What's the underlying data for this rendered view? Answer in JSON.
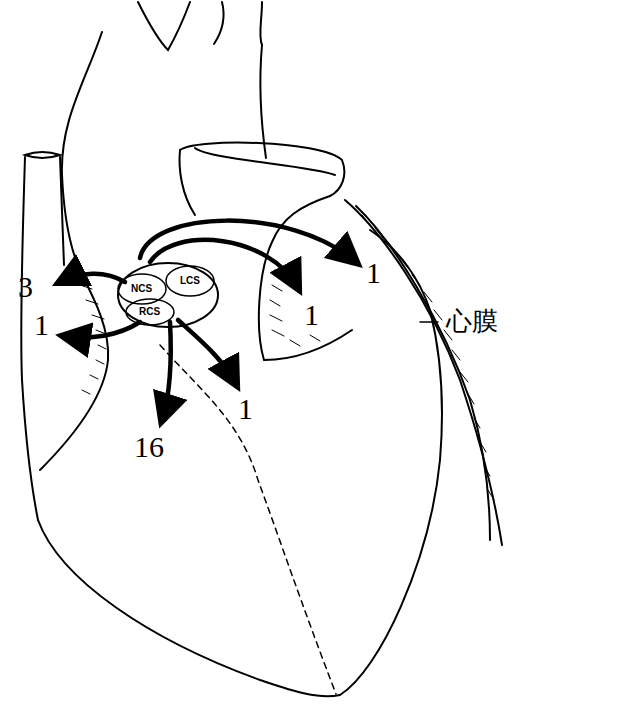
{
  "diagram": {
    "labels": [
      "3",
      "NCS",
      "LCS",
      "1",
      "1",
      "1",
      "RCS",
      "心膜",
      "16",
      "1"
    ]
  }
}
